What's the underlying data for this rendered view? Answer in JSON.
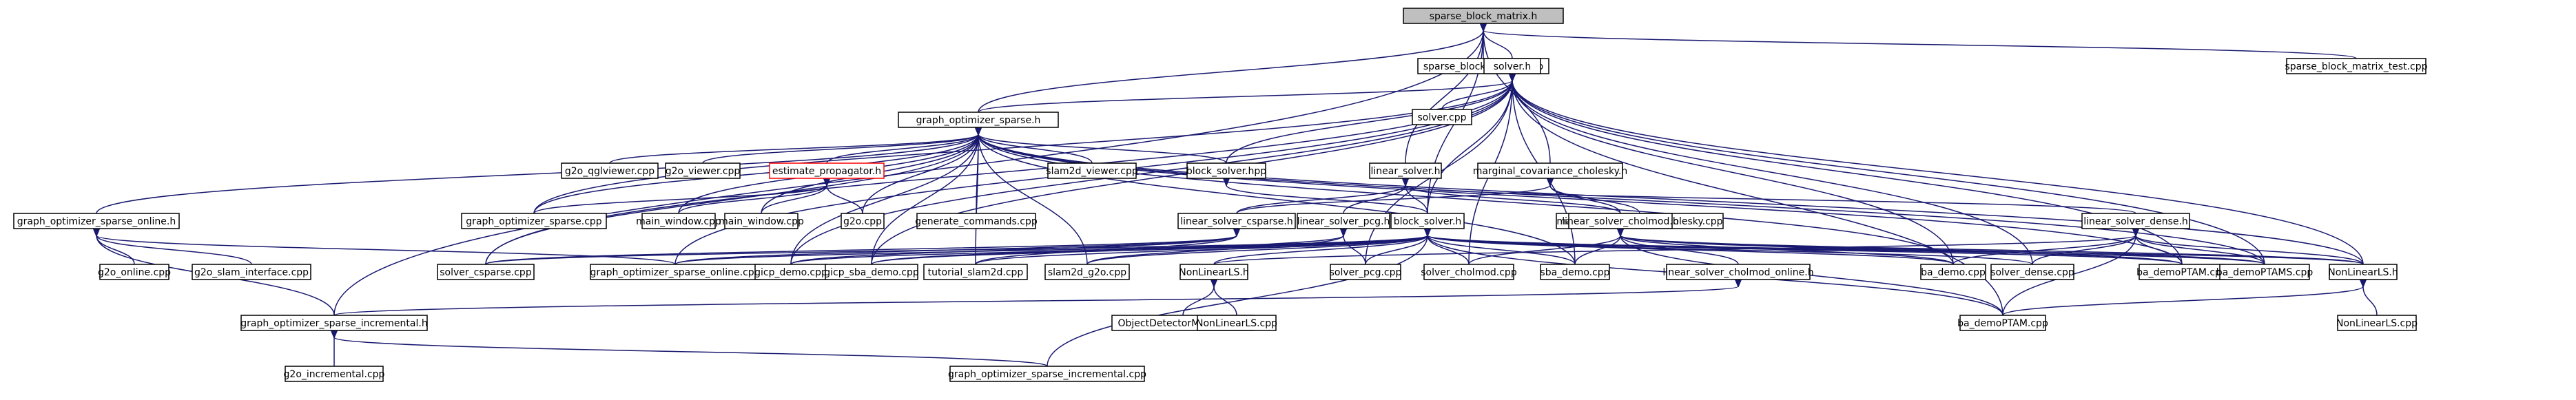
{
  "colors": {
    "edge": "#191970",
    "root_fill": "#bfbfbf",
    "node_fill": "#ffffff",
    "highlight_border": "#ff0000"
  },
  "nodes": {
    "sbm_h": "sparse_block_matrix.h",
    "sbm_hpp": "sparse_block_matrix.hpp",
    "sbm_test": "sparse_block_matrix_test.cpp",
    "solver_h": "solver.h",
    "solver_cpp": "solver.cpp",
    "gos_h": "graph_optimizer_sparse.h",
    "g2o_qgl": "g2o_qglviewer.cpp",
    "g2o_viewer": "g2o_viewer.cpp",
    "est_prop": "estimate_propagator.h",
    "slam2d_viewer": "slam2d_viewer.cpp",
    "block_solver_hpp": "block_solver.hpp",
    "linear_solver_h": "linear_solver.h",
    "mcc_h": "marginal_covariance_cholesky.h",
    "mcc_cpp": "marginal_covariance_cholesky.cpp",
    "goso_h": "graph_optimizer_sparse_online.h",
    "g2o_online": "g2o_online.cpp",
    "g2o_slam": "g2o_slam_interface.cpp",
    "gos_cpp": "graph_optimizer_sparse.cpp",
    "main_window1": "main_window.cpp",
    "main_window2": "main_window.cpp",
    "g2o_cpp": "g2o.cpp",
    "gen_cmd": "generate_commands.cpp",
    "lscs_h": "linear_solver_csparse.h",
    "lspcg_h": "linear_solver_pcg.h",
    "block_solver_h": "block_solver.h",
    "lschol_h": "linear_solver_cholmod.h",
    "lsdense_h": "linear_solver_dense.h",
    "solver_csparse": "solver_csparse.cpp",
    "goso_cpp": "graph_optimizer_sparse_online.cpp",
    "gicp_demo": "gicp_demo.cpp",
    "gicp_sba": "gicp_sba_demo.cpp",
    "tutorial": "tutorial_slam2d.cpp",
    "slam2d_g2o": "slam2d_g2o.cpp",
    "nonlinearls1": "NonLinearLS.h",
    "solver_pcg": "solver_pcg.cpp",
    "solver_cholmod": "solver_cholmod.cpp",
    "sba_demo": "sba_demo.cpp",
    "lscholo_h": "linear_solver_cholmod_online.h",
    "ba_demo": "ba_demo.cpp",
    "solver_dense": "solver_dense.cpp",
    "ba_ptam": "ba_demoPTAM.cpp",
    "ba_ptams": "ba_demoPTAMS.cpp",
    "nonlinearls2": "NonLinearLS.h",
    "obj_det": "ObjectDetectorMethod.cpp",
    "nonlinearls_cpp1": "NonLinearLS.cpp",
    "gosi_h": "graph_optimizer_sparse_incremental.h",
    "ba_ptam2": "ba_demoPTAM.cpp",
    "nonlinearls_cpp2": "NonLinearLS.cpp",
    "g2o_inc": "g2o_incremental.cpp",
    "gosi_cpp": "graph_optimizer_sparse_incremental.cpp"
  }
}
